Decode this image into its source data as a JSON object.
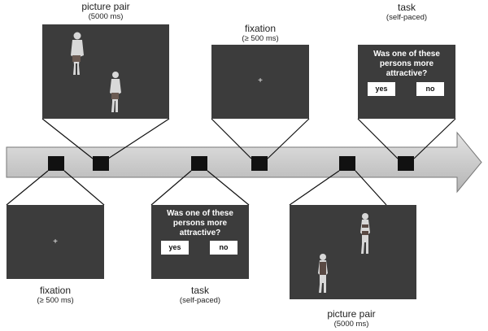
{
  "steps_top": [
    {
      "label": "picture pair",
      "duration": "(5000 ms)"
    },
    {
      "label": "fixation",
      "duration": "(≥ 500 ms)",
      "fixation_mark": "+"
    },
    {
      "label": "task",
      "duration": "(self-paced)",
      "question": "Was one of these persons more attractive?",
      "yes": "yes",
      "no": "no"
    }
  ],
  "steps_bottom": [
    {
      "label": "fixation",
      "duration": "(≥ 500 ms)",
      "fixation_mark": "+"
    },
    {
      "label": "task",
      "duration": "(self-paced)",
      "question": "Was one of these persons more attractive?",
      "yes": "yes",
      "no": "no"
    },
    {
      "label": "picture pair",
      "duration": "(5000 ms)"
    }
  ],
  "colors": {
    "screen": "#3c3c3c",
    "arrow_fill": "#c8c8c8",
    "marker": "#111111"
  }
}
